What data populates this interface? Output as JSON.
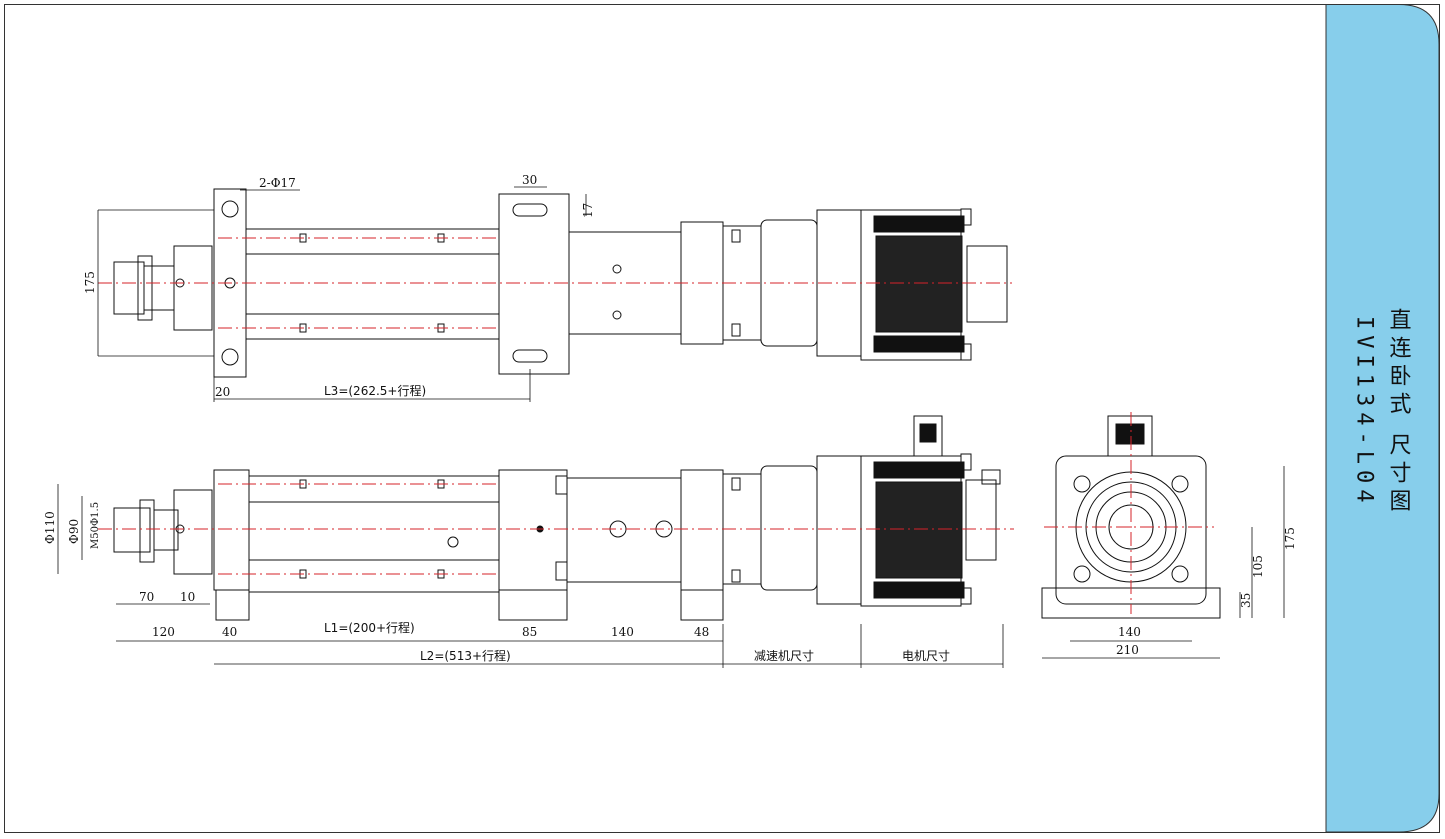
{
  "colors": {
    "sidebar": "#87CEEB",
    "centerline": "#d6232a",
    "ink": "#111111",
    "frame": "#333333"
  },
  "sidebar": {
    "title": "直连卧式 尺寸图",
    "model": "IVI134-L04"
  },
  "top_view": {
    "hole_label": "2-Φ17",
    "slot_width": "30",
    "slot_height": "17",
    "height_dim": "175",
    "edge_dim": "20",
    "l3_label": "L3=(262.5+行程)"
  },
  "side_view": {
    "phi110": "Φ110",
    "phi90": "Φ90",
    "thread": "M50Φ1.5",
    "dim_70": "70",
    "dim_10": "10",
    "dim_120": "120",
    "dim_40": "40",
    "l1_label": "L1=(200+行程)",
    "dim_85": "85",
    "dim_140": "140",
    "dim_48": "48",
    "l2_label": "L2=(513+行程)",
    "reducer_label": "减速机尺寸",
    "motor_label": "电机尺寸"
  },
  "end_view": {
    "dim_175": "175",
    "dim_105": "105",
    "dim_35": "35",
    "dim_140": "140",
    "dim_210": "210"
  }
}
